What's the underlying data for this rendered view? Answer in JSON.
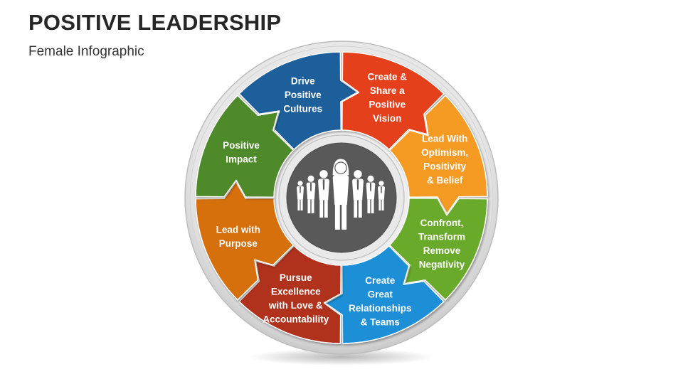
{
  "header": {
    "title": "POSITIVE LEADERSHIP",
    "subtitle": "Female Infographic"
  },
  "center": {
    "icon": "team-group-icon",
    "color": "#595959"
  },
  "segments": [
    {
      "lines": [
        "Drive",
        "Positive",
        "Cultures"
      ],
      "color": "#1f5f9a"
    },
    {
      "lines": [
        "Create &",
        "Share a",
        "Positive",
        "Vision"
      ],
      "color": "#e4411b"
    },
    {
      "lines": [
        "Lead With",
        "Optimism,",
        "Positivity",
        "& Belief"
      ],
      "color": "#f59a23"
    },
    {
      "lines": [
        "Confront,",
        "Transform",
        "Remove",
        "Negativity"
      ],
      "color": "#6aaa2c"
    },
    {
      "lines": [
        "Create",
        "Great",
        "Relationships",
        "& Teams"
      ],
      "color": "#1a8fd6"
    },
    {
      "lines": [
        "Pursue",
        "Excellence",
        "with Love &",
        "Accountability"
      ],
      "color": "#b0301b"
    },
    {
      "lines": [
        "Lead with",
        "Purpose"
      ],
      "color": "#d6700f"
    },
    {
      "lines": [
        "Positive",
        "Impact"
      ],
      "color": "#4f8a2a"
    }
  ]
}
